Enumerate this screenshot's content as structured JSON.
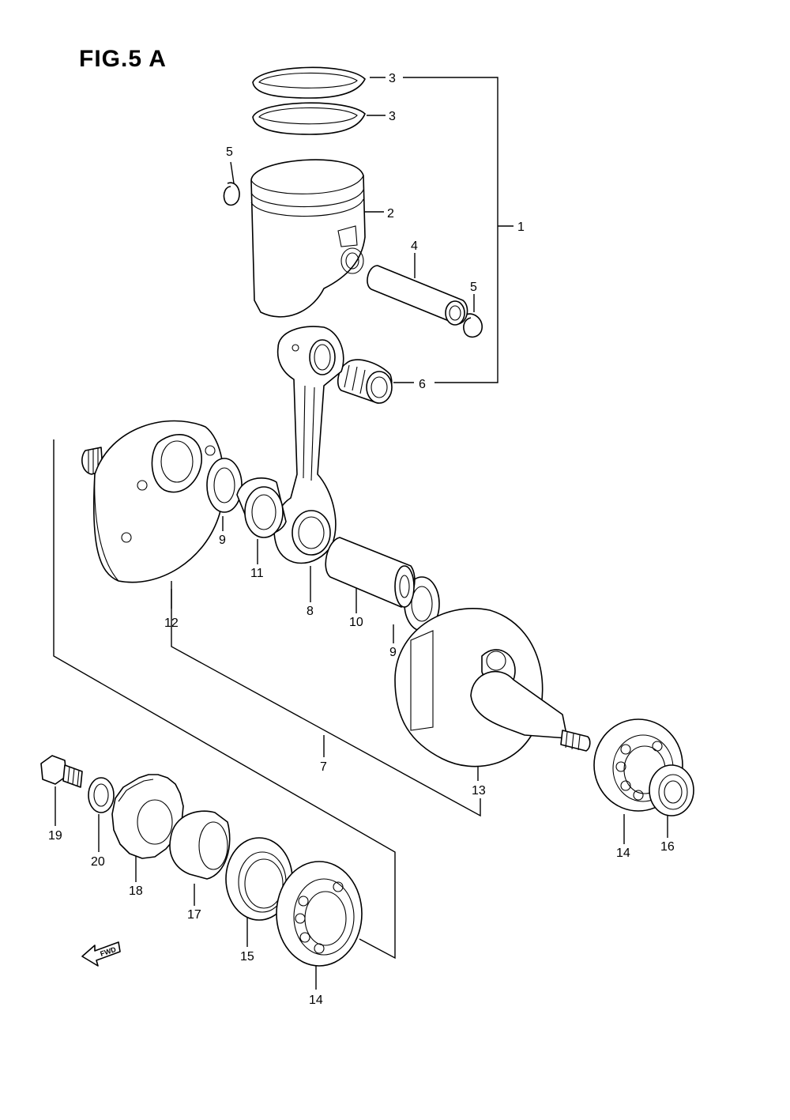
{
  "figure": {
    "title": "FIG.5 A",
    "fwd_label": "FWD"
  },
  "callouts": {
    "c1": "1",
    "c2": "2",
    "c3a": "3",
    "c3b": "3",
    "c4": "4",
    "c5a": "5",
    "c5b": "5",
    "c6": "6",
    "c7": "7",
    "c8": "8",
    "c9a": "9",
    "c9b": "9",
    "c10": "10",
    "c11": "11",
    "c12": "12",
    "c13": "13",
    "c14a": "14",
    "c14b": "14",
    "c15": "15",
    "c16": "16",
    "c17": "17",
    "c18": "18",
    "c19": "19",
    "c20": "20"
  }
}
